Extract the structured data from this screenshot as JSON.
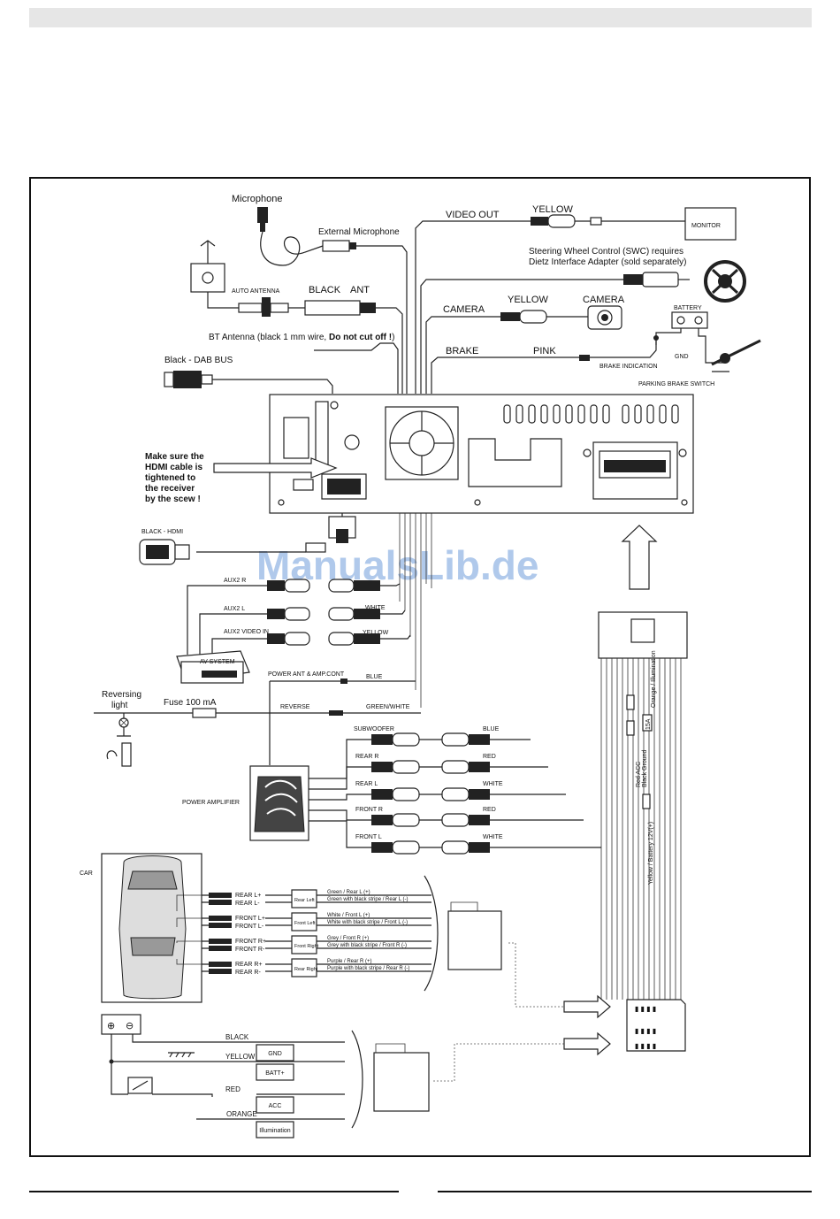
{
  "watermark": "ManualsLib.de",
  "top": {
    "microphone": "Microphone",
    "external_microphone": "External Microphone",
    "auto_antenna": "AUTO ANTENNA",
    "black": "BLACK",
    "ant": "ANT",
    "bt_antenna_prefix": "BT Antenna  (black 1 mm wire, ",
    "bt_antenna_bold": "Do not cut off !",
    "bt_antenna_suffix": ")",
    "dab_bus": "Black - DAB BUS",
    "video_out": "VIDEO OUT",
    "yellow_video": "YELLOW",
    "monitor": "MONITOR",
    "swc_line1": "Steering Wheel Control (SWC) requires",
    "swc_line2": "Dietz Interface Adapter (sold separately)",
    "camera_wire": "CAMERA",
    "yellow_camera": "YELLOW",
    "camera_device": "CAMERA",
    "battery": "BATTERY",
    "brake": "BRAKE",
    "pink": "PINK",
    "brake_indication": "BRAKE INDICATION",
    "gnd": "GND",
    "parking_brake_switch": "PARKING BRAKE SWITCH"
  },
  "hdmi_note": [
    "Make sure the",
    "HDMI cable is",
    "tightened to",
    "the receiver",
    "by the scew !"
  ],
  "middle": {
    "black_hdmi": "BLACK - HDMI",
    "aux2_r": "AUX2 R",
    "aux2_l": "AUX2 L",
    "white_aux": "WHITE",
    "aux2_video_in": "AUX2 VIDEO IN",
    "yellow_aux": "YELLOW",
    "av_system": "AV SYSTEM",
    "power_ant": "POWER ANT & AMP.CONT",
    "blue": "BLUE",
    "reversing_line1": "Reversing",
    "reversing_line2": "light",
    "fuse": "Fuse 100 mA",
    "reverse": "REVERSE",
    "green_white": "GREEN/WHITE",
    "power_amplifier": "POWER AMPLIFIER"
  },
  "rca_outputs": [
    {
      "left": "SUBWOOFER",
      "right": "BLUE"
    },
    {
      "left": "REAR R",
      "right": "RED"
    },
    {
      "left": "REAR L",
      "right": "WHITE"
    },
    {
      "left": "FRONT R",
      "right": "RED"
    },
    {
      "left": "FRONT L",
      "right": "WHITE"
    }
  ],
  "harness_vertical_labels": [
    "Orange / Illumination",
    "Red ACC",
    "Black Ground",
    "Yellow / Battery 12V(+)"
  ],
  "fuse_label": "15A",
  "car": "CAR",
  "speakers": [
    {
      "term1": "REAR L+",
      "term2": "REAR L-",
      "box": "Rear Left",
      "wire1": "Green / Rear L (+)",
      "wire2": "Green with black stripe / Rear L (-)"
    },
    {
      "term1": "FRONT L+",
      "term2": "FRONT L-",
      "box": "Front Left",
      "wire1": "White / Front L (+)",
      "wire2": "White with black stripe / Front L (-)"
    },
    {
      "term1": "FRONT R+",
      "term2": "FRONT R-",
      "box": "Front Right",
      "wire1": "Grey / Front R (+)",
      "wire2": "Grey with black stripe / Front R (-)"
    },
    {
      "term1": "REAR R+",
      "term2": "REAR R-",
      "box": "Rear Right",
      "wire1": "Purple / Rear R (+)",
      "wire2": "Purple with black stripe / Rear R (-)"
    }
  ],
  "power": [
    {
      "wire": "BLACK",
      "box": "GND"
    },
    {
      "wire": "YELLOW",
      "box": "BATT+"
    },
    {
      "wire": "RED",
      "box": "ACC"
    },
    {
      "wire": "ORANGE",
      "box": "Illumination"
    }
  ]
}
